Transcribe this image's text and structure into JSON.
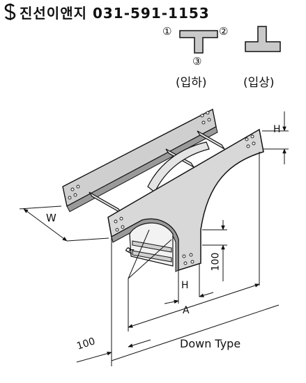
{
  "header": {
    "brand_logo_icon": "s-logo-icon",
    "brand_text": "진선이앤지 031-591-1153"
  },
  "legend": {
    "port1": "①",
    "port2": "②",
    "port3": "③",
    "label_inlet_down": "(입하)",
    "label_inlet_up": "(입상)"
  },
  "dimensions": {
    "w": "W",
    "h_top": "H",
    "r": "R",
    "h100": "100",
    "h_bottom": "H",
    "a": "A",
    "len100": "100"
  },
  "caption": "Down Type",
  "colors": {
    "tray_fill": "#cfcfcf",
    "tray_face": "#e4e4e4",
    "tray_dark": "#9a9a9a",
    "line": "#111111"
  }
}
